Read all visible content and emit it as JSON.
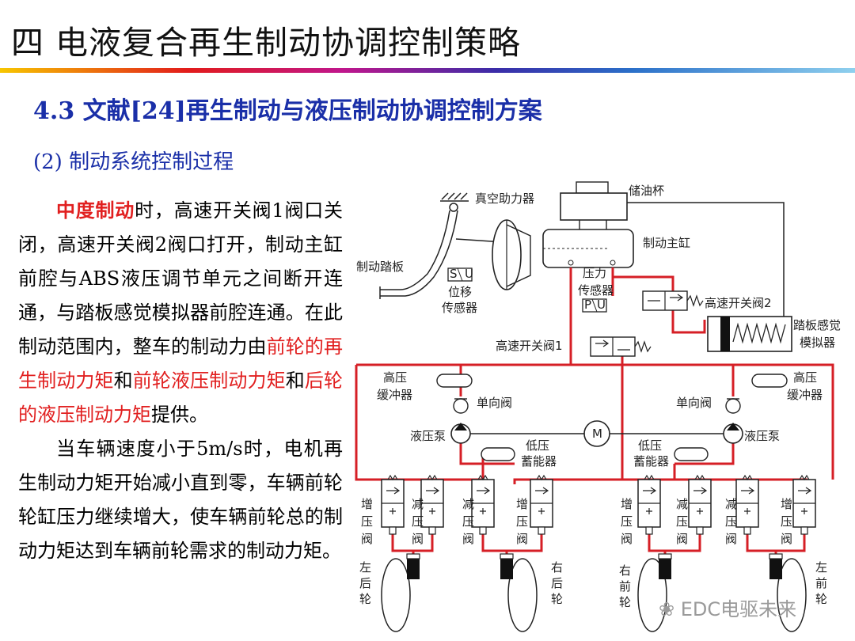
{
  "slide": {
    "title": "四  电液复合再生制动协调控制策略",
    "section": "4.3 文献[24]再生制动与液压制动协调控制方案",
    "subsection": "(2) 制动系统控制过程"
  },
  "body": {
    "p1": [
      {
        "t": "中度制动",
        "style": "redb"
      },
      {
        "t": "时，高速开关阀1阀口关闭，高速开关阀2阀口打开，制动主缸前腔与ABS液压调节单元之间断开连通，与踏板感觉模拟器前腔连通。在此制动范围内，整车的制动力由",
        "style": ""
      },
      {
        "t": "前轮的再生制动力矩",
        "style": "red"
      },
      {
        "t": "和",
        "style": ""
      },
      {
        "t": "前轮液压制动力矩",
        "style": "red"
      },
      {
        "t": "和",
        "style": ""
      },
      {
        "t": "后轮的液压制动力矩",
        "style": "red"
      },
      {
        "t": "提供。",
        "style": ""
      }
    ],
    "p2": "当车辆速度小于5m/s时，电机再生制动力矩开始减小直到零，车辆前轮轮缸压力继续增大，使车辆前轮总的制动力矩达到车辆前轮需求的制动力矩。"
  },
  "diagram": {
    "labels": {
      "vacuum_booster": "真空助力器",
      "reservoir": "储油杯",
      "master_cylinder": "制动主缸",
      "brake_pedal": "制动踏板",
      "disp_sensor_1": "位移",
      "disp_sensor_2": "传感器",
      "press_sensor_1": "压力",
      "press_sensor_2": "传感器",
      "hsv2": "高速开关阀2",
      "hsv1": "高速开关阀1",
      "pedal_sim_1": "踏板感觉",
      "pedal_sim_2": "模拟器",
      "hp_acc_1": "高压",
      "hp_acc_2": "缓冲器",
      "check_valve": "单向阀",
      "pump": "液压泵",
      "lp_acc_1": "低压",
      "lp_acc_2": "蓄能器",
      "inc_1": "增",
      "inc_2": "压",
      "inc_3": "阀",
      "dec_1": "减",
      "dec_2": "压",
      "dec_3": "阀",
      "lr_1": "左",
      "lr_2": "后",
      "lr_3": "轮",
      "rr_1": "右",
      "rr_2": "后",
      "rr_3": "轮",
      "rf_1": "右",
      "rf_2": "前",
      "rf_3": "轮",
      "lf_1": "左",
      "lf_2": "前",
      "lf_3": "轮",
      "motor": "M",
      "sensor_s": "S",
      "sensor_u": "U",
      "sensor_p": "P"
    },
    "colors": {
      "hydraulic": "#d61f26",
      "line": "#222222"
    }
  },
  "watermark": "EDC电驱未来",
  "colors": {
    "title_blue": "#1a2fa8",
    "highlight_red": "#e11f1f"
  }
}
